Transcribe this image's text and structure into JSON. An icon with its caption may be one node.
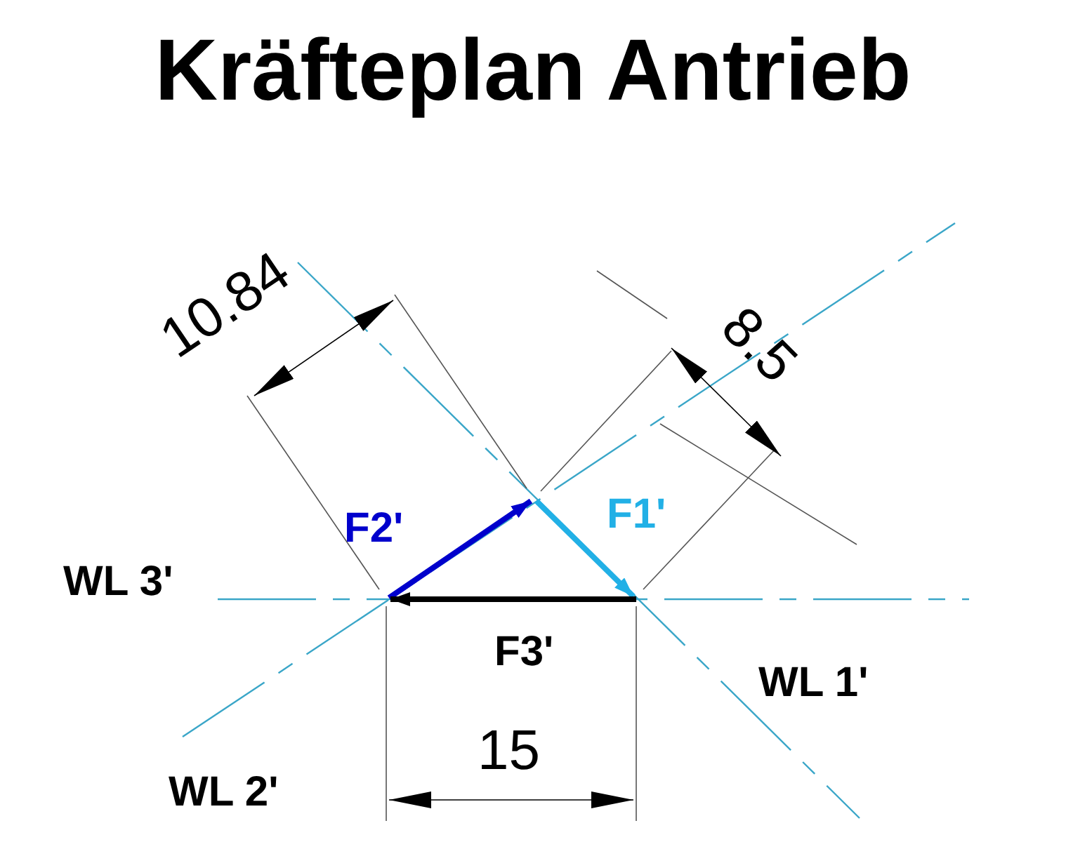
{
  "diagram": {
    "title": "Kräfteplan Antrieb",
    "labels": [
      "10.84",
      "8.5",
      "F2'",
      "F1'",
      "WL 3'",
      "F3'",
      "WL 1'",
      "15",
      "WL 2'"
    ]
  }
}
